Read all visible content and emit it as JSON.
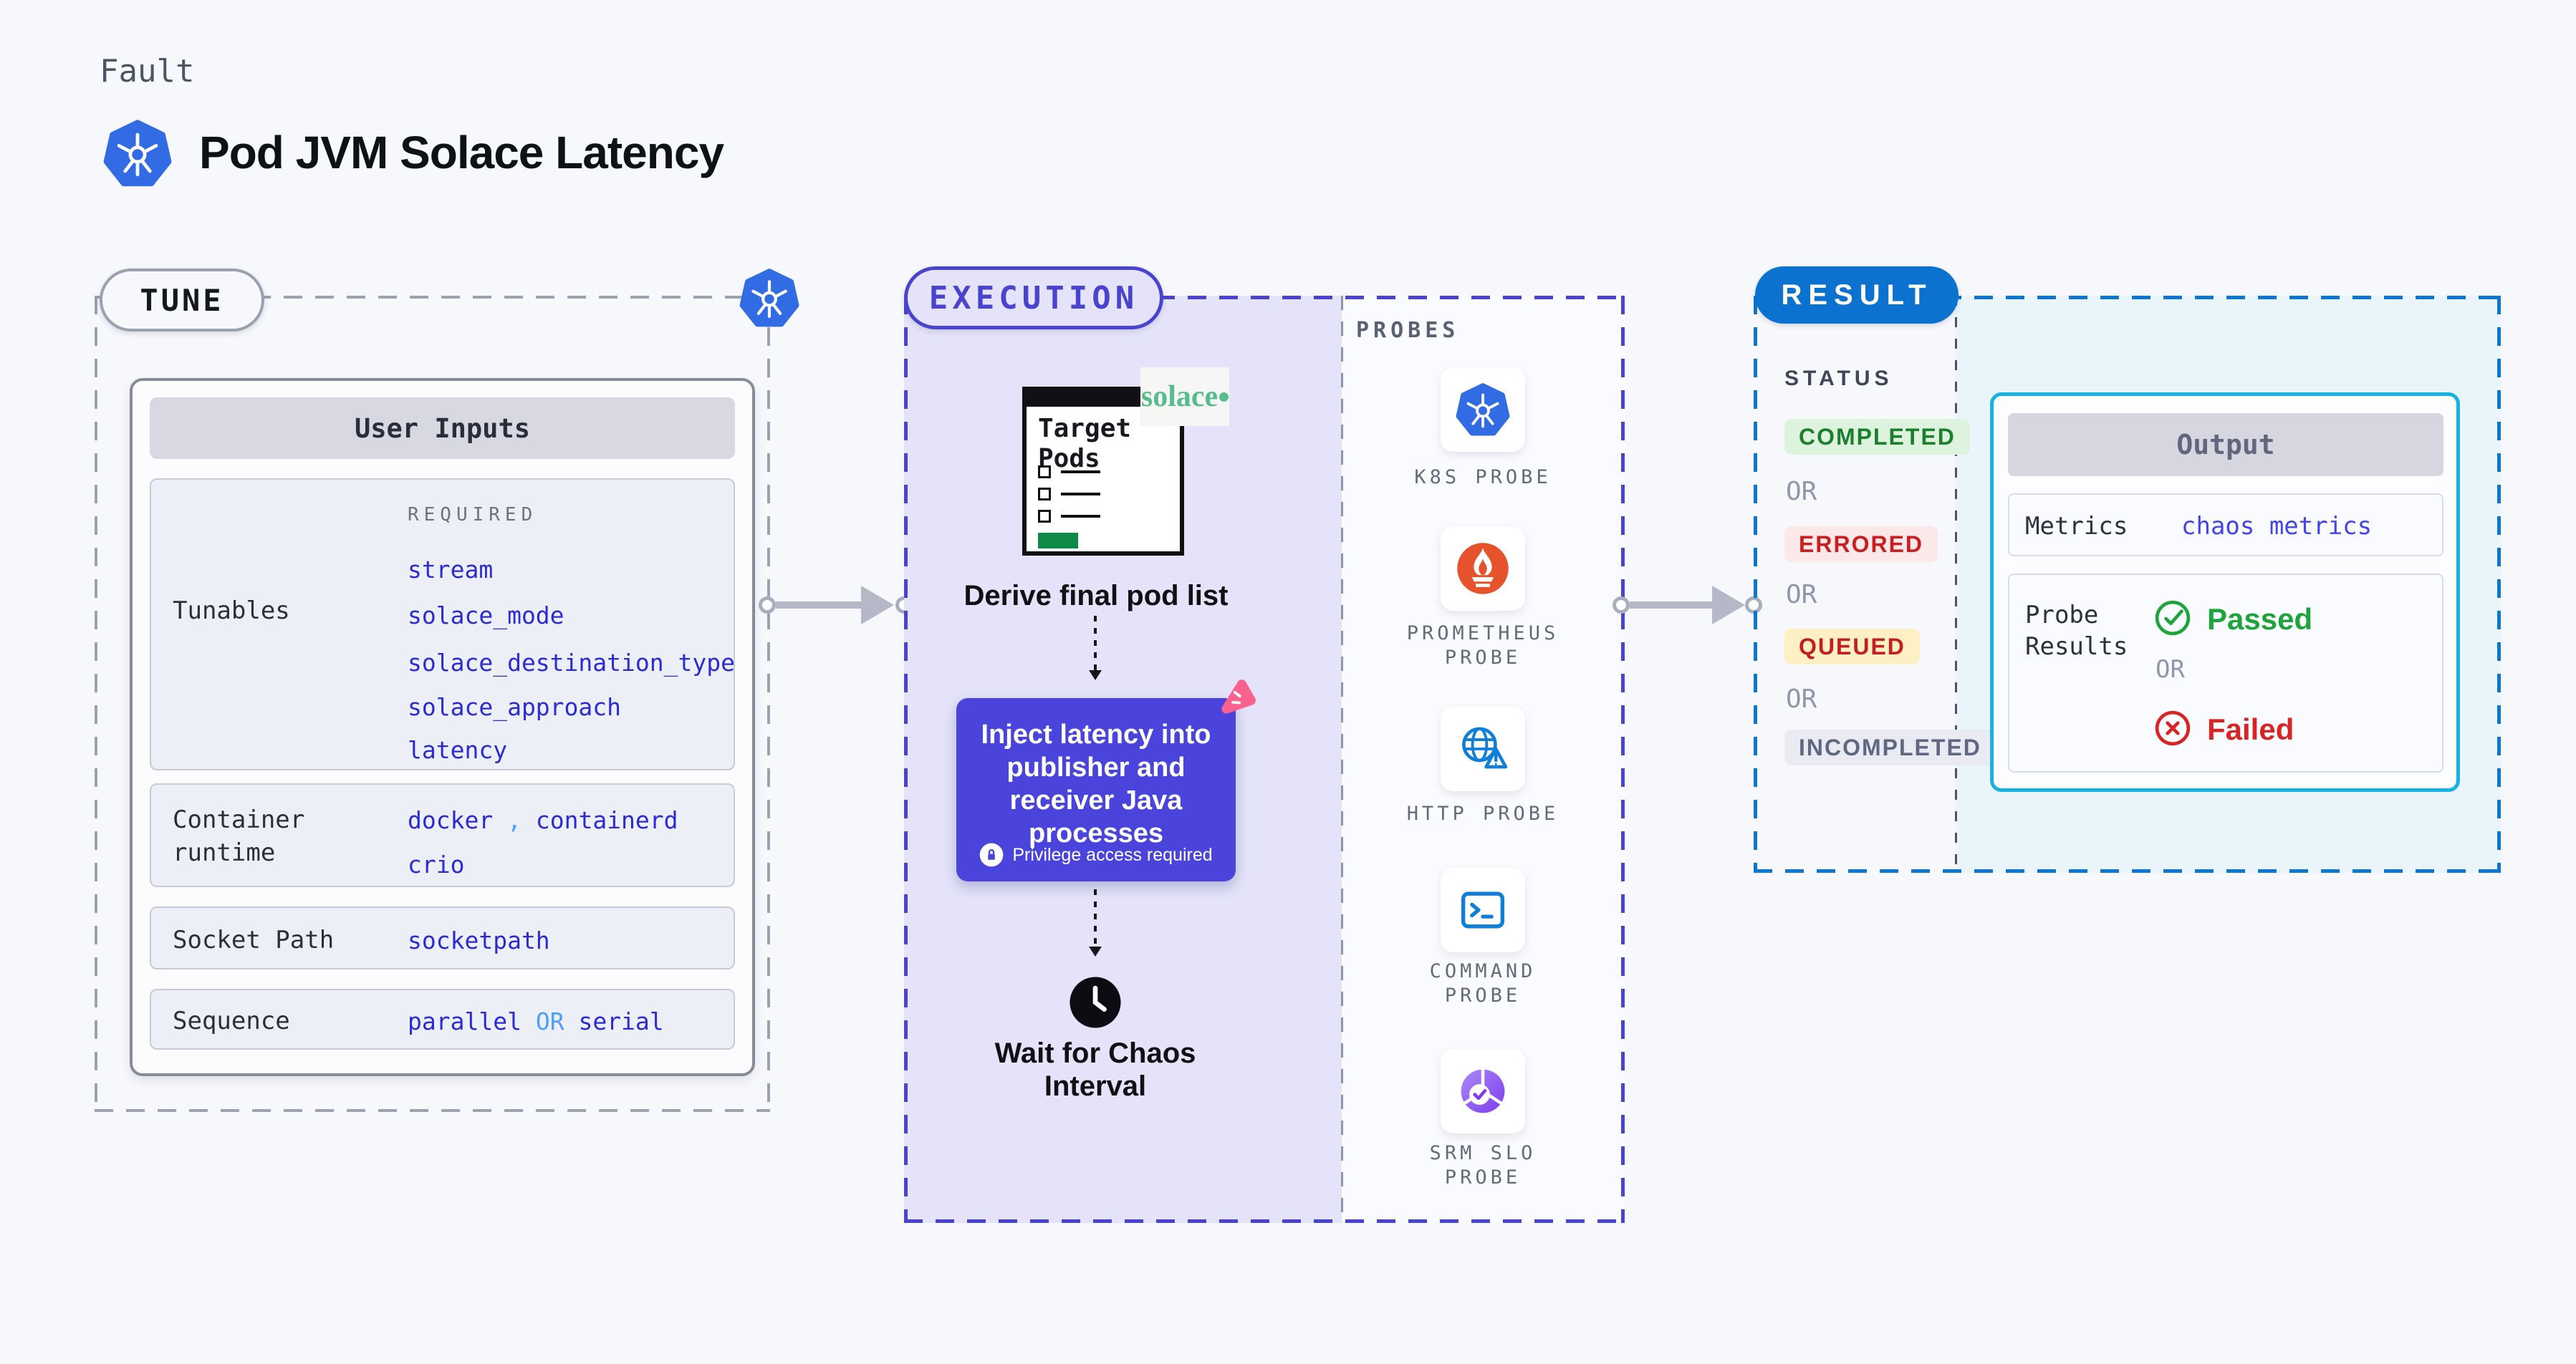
{
  "header": {
    "kicker": "Fault",
    "title": "Pod JVM Solace Latency"
  },
  "tune": {
    "pill": "TUNE",
    "card_title": "User Inputs",
    "required_label": "REQUIRED",
    "tunables": {
      "label": "Tunables",
      "values": [
        "stream",
        "solace_mode",
        "solace_destination_type",
        "solace_approach",
        "latency"
      ]
    },
    "container_runtime": {
      "label": "Container runtime",
      "value1": "docker",
      "separator": ",",
      "value2": "containerd",
      "value3": "crio"
    },
    "socket_path": {
      "label": "Socket Path",
      "value": "socketpath"
    },
    "sequence": {
      "label": "Sequence",
      "value1": "parallel",
      "or": "OR",
      "value2": "serial"
    }
  },
  "execution": {
    "pill": "EXECUTION",
    "target_pods_title": "Target Pods",
    "solace_logo_text": "solace",
    "derive_step": "Derive final pod list",
    "inject_step": "Inject latency into\npublisher and\nreceiver Java\nprocesses",
    "privilege_badge": "Privilege access required",
    "wait_step": "Wait for Chaos\nInterval"
  },
  "probes": {
    "section_label": "PROBES",
    "items": [
      "K8S PROBE",
      "PROMETHEUS PROBE",
      "HTTP PROBE",
      "COMMAND PROBE",
      "SRM SLO PROBE"
    ]
  },
  "result": {
    "pill": "RESULT",
    "status_label": "STATUS",
    "or_label": "OR",
    "statuses": [
      "COMPLETED",
      "ERRORED",
      "QUEUED",
      "INCOMPLETED"
    ],
    "output": {
      "title": "Output",
      "metrics_label": "Metrics",
      "metrics_value": "chaos metrics",
      "probe_results_label": "Probe Results",
      "passed_label": "Passed",
      "or_label": "OR",
      "failed_label": "Failed"
    }
  },
  "colors": {
    "page_bg": "#F7F8FC",
    "accent_indigo": "#4A43CF",
    "accent_blue": "#0B72CF",
    "accent_cyan": "#17B2E3",
    "value_blue": "#2A2AD6",
    "value_blue_light": "#4F9DF6",
    "inject_bg": "#4A44DD",
    "pink_tag": "#F9618F",
    "k8s_blue": "#326CE5",
    "prometheus_orange": "#E6522C",
    "probe_icon_blue": "#0D7FD8",
    "srm_purple": "#7C3BED",
    "solace_green": "#57BD8F",
    "passed_green": "#1EA43C",
    "failed_red": "#D82424",
    "completed_badge_bg": "#DDF3DD",
    "errored_badge_bg": "#FBE9E9",
    "queued_badge_bg": "#FCF0C4",
    "incompleted_badge_bg": "#E9EAF2"
  }
}
